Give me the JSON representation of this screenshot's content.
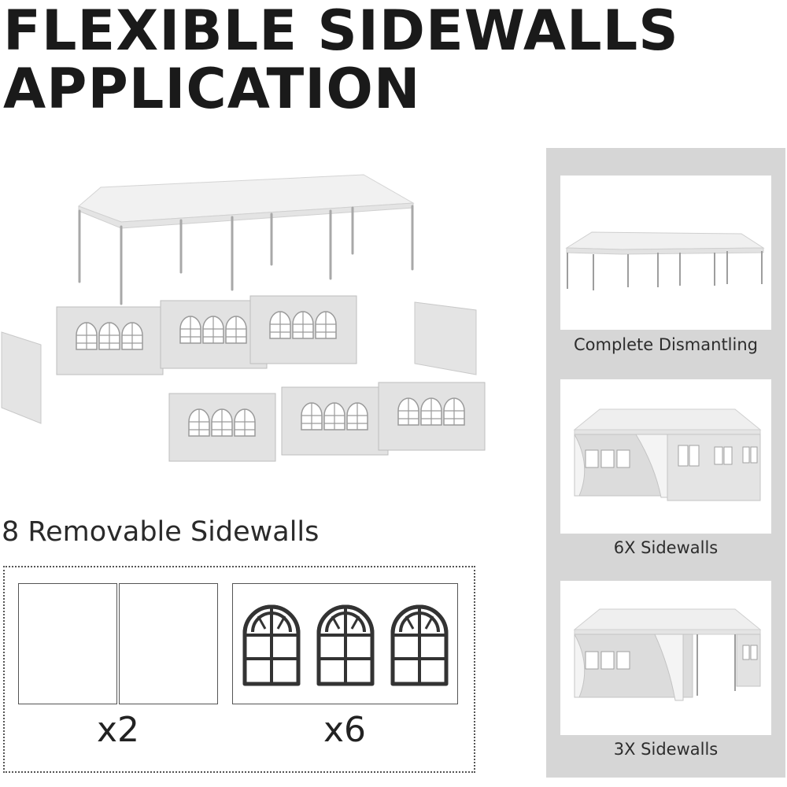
{
  "heading": {
    "line1": "FLEXIBLE SIDEWALLS",
    "line2": "APPLICATION"
  },
  "sidewalls": {
    "title": "8 Removable Sidewalls",
    "plain_qty": "x2",
    "window_qty": "x6"
  },
  "options": [
    {
      "caption": "Complete Dismantling"
    },
    {
      "caption": "6X Sidewalls"
    },
    {
      "caption": "3X Sidewalls"
    }
  ],
  "colors": {
    "panel_background": "#d6d6d6",
    "text": "#1a1a1a",
    "outline": "#333333"
  }
}
